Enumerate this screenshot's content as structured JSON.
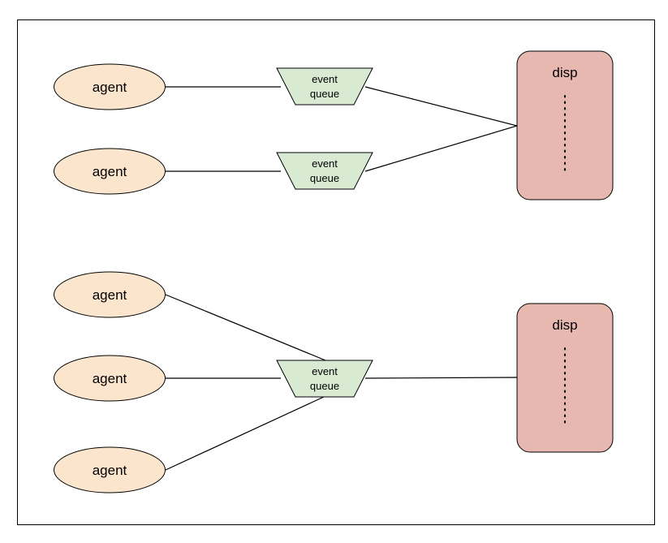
{
  "colors": {
    "agent_fill": "#fce5cd",
    "queue_fill": "#d9ead3",
    "disp_fill": "#e6b8af",
    "stroke": "#000000",
    "background": "#ffffff"
  },
  "top_group": {
    "agents": [
      {
        "label": "agent"
      },
      {
        "label": "agent"
      }
    ],
    "queues": [
      {
        "line1": "event",
        "line2": "queue"
      },
      {
        "line1": "event",
        "line2": "queue"
      }
    ],
    "dispatcher": {
      "label": "disp"
    }
  },
  "bottom_group": {
    "agents": [
      {
        "label": "agent"
      },
      {
        "label": "agent"
      },
      {
        "label": "agent"
      }
    ],
    "queue": {
      "line1": "event",
      "line2": "queue"
    },
    "dispatcher": {
      "label": "disp"
    }
  }
}
